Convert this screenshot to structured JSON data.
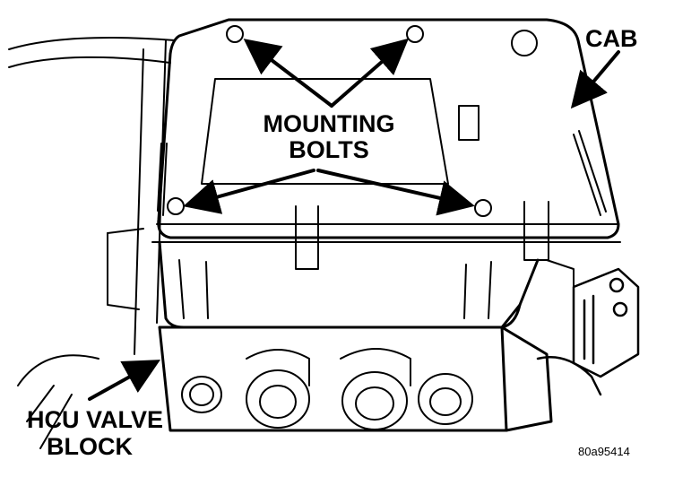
{
  "labels": {
    "cab": "CAB",
    "mounting_line1": "MOUNTING",
    "mounting_line2": "BOLTS",
    "hcu_line1": "HCU VALVE",
    "hcu_line2": "BLOCK",
    "figure_code": "80a95414"
  },
  "colors": {
    "ink": "#000000",
    "paper": "#ffffff"
  }
}
